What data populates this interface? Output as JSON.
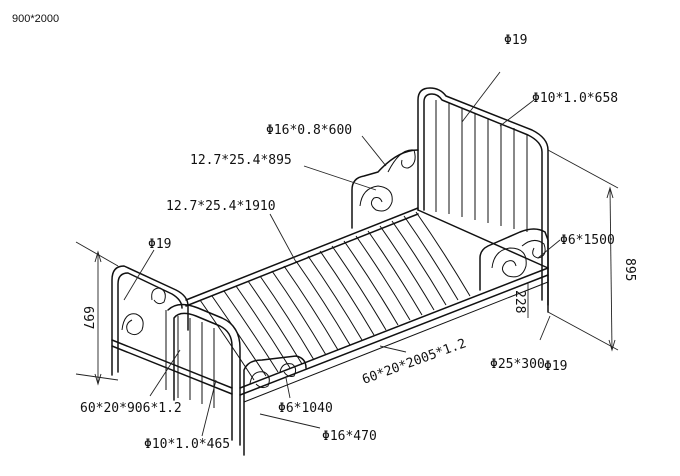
{
  "header": {
    "size_note": "900*2000"
  },
  "labels": {
    "phi19_top": "Φ19",
    "phi10_658": "Φ10*1.0*658",
    "phi16_600": "Φ16*0.8*600",
    "rect_895": "12.7*25.4*895",
    "rect_1910": "12.7*25.4*1910",
    "phi19_left": "Φ19",
    "phi6_1500": "Φ6*1500",
    "dim_895": "895",
    "dim_228": "228",
    "dim_697": "697",
    "rail_2005": "60*20*2005*1.2",
    "phi25_300": "Φ25*300",
    "phi19_foot": "Φ19",
    "rail_906": "60*20*906*1.2",
    "phi6_1040": "Φ6*1040",
    "phi16_470": "Φ16*470",
    "phi10_465": "Φ10*1.0*465"
  }
}
